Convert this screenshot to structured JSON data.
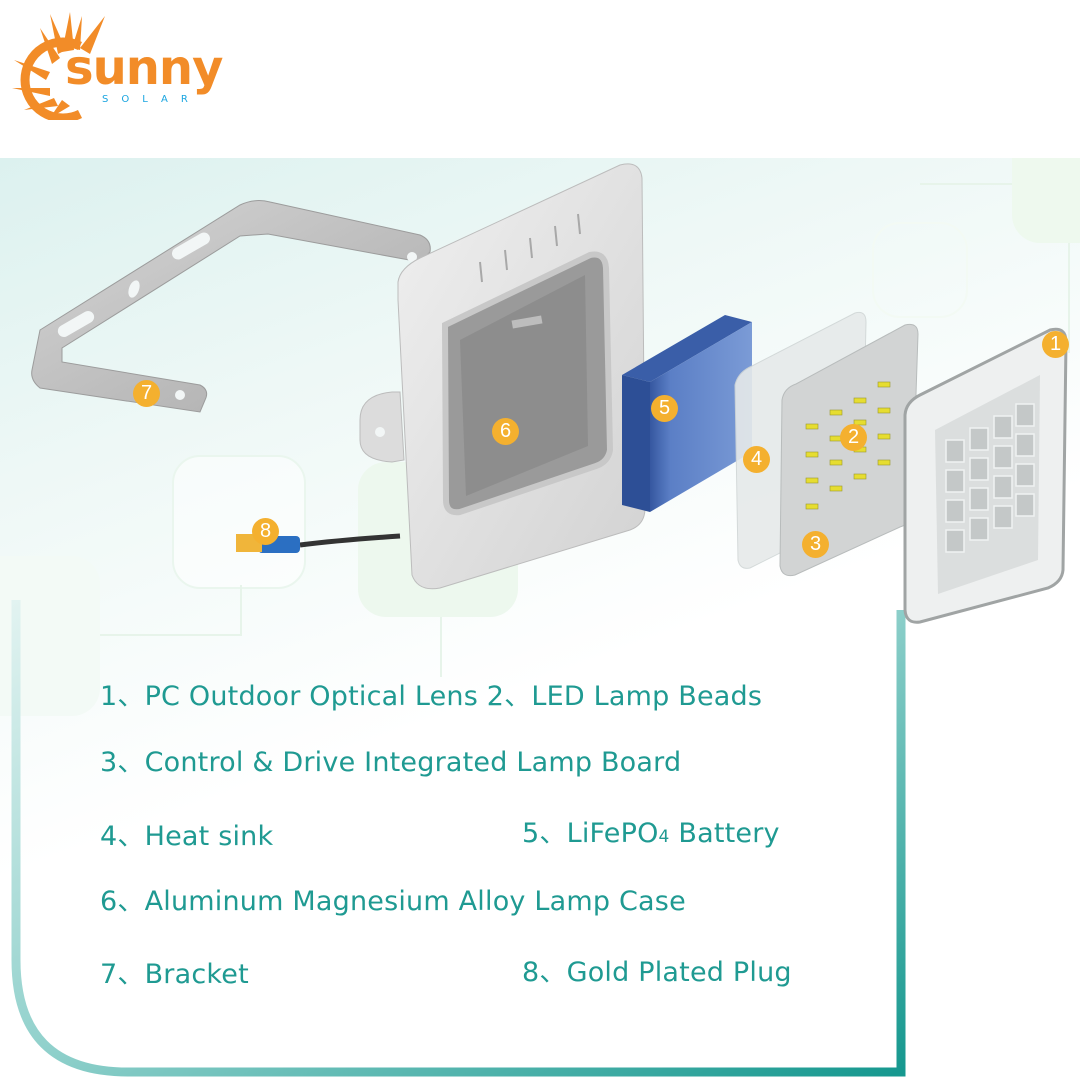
{
  "brand": {
    "name": "SUNNY",
    "word": "sunny",
    "tagline": "SOLAR",
    "colors": {
      "orange": "#f28c28",
      "blue": "#1aa5e0"
    }
  },
  "theme": {
    "label_color": "#1f9a92",
    "badge_color": "#f4b02f",
    "battery_color": "#4a72c0",
    "frame_color": "#2aa59e"
  },
  "badges": [
    {
      "number": "1",
      "part": "lens"
    },
    {
      "number": "2",
      "part": "led-beads"
    },
    {
      "number": "3",
      "part": "lamp-board"
    },
    {
      "number": "4",
      "part": "heat-sink"
    },
    {
      "number": "5",
      "part": "battery"
    },
    {
      "number": "6",
      "part": "lamp-case"
    },
    {
      "number": "7",
      "part": "bracket"
    },
    {
      "number": "8",
      "part": "plug"
    }
  ],
  "labels": {
    "line1": "1、PC Outdoor Optical Lens 2、LED Lamp Beads",
    "line3": "3、Control & Drive Integrated Lamp Board",
    "item4": "4、Heat sink",
    "item5_prefix": "5、LiFePO",
    "item5_sub": "4",
    "item5_suffix": " Battery",
    "item6": "6、Aluminum Magnesium Alloy Lamp Case",
    "item7": "7、Bracket",
    "item8": "8、Gold Plated Plug"
  }
}
